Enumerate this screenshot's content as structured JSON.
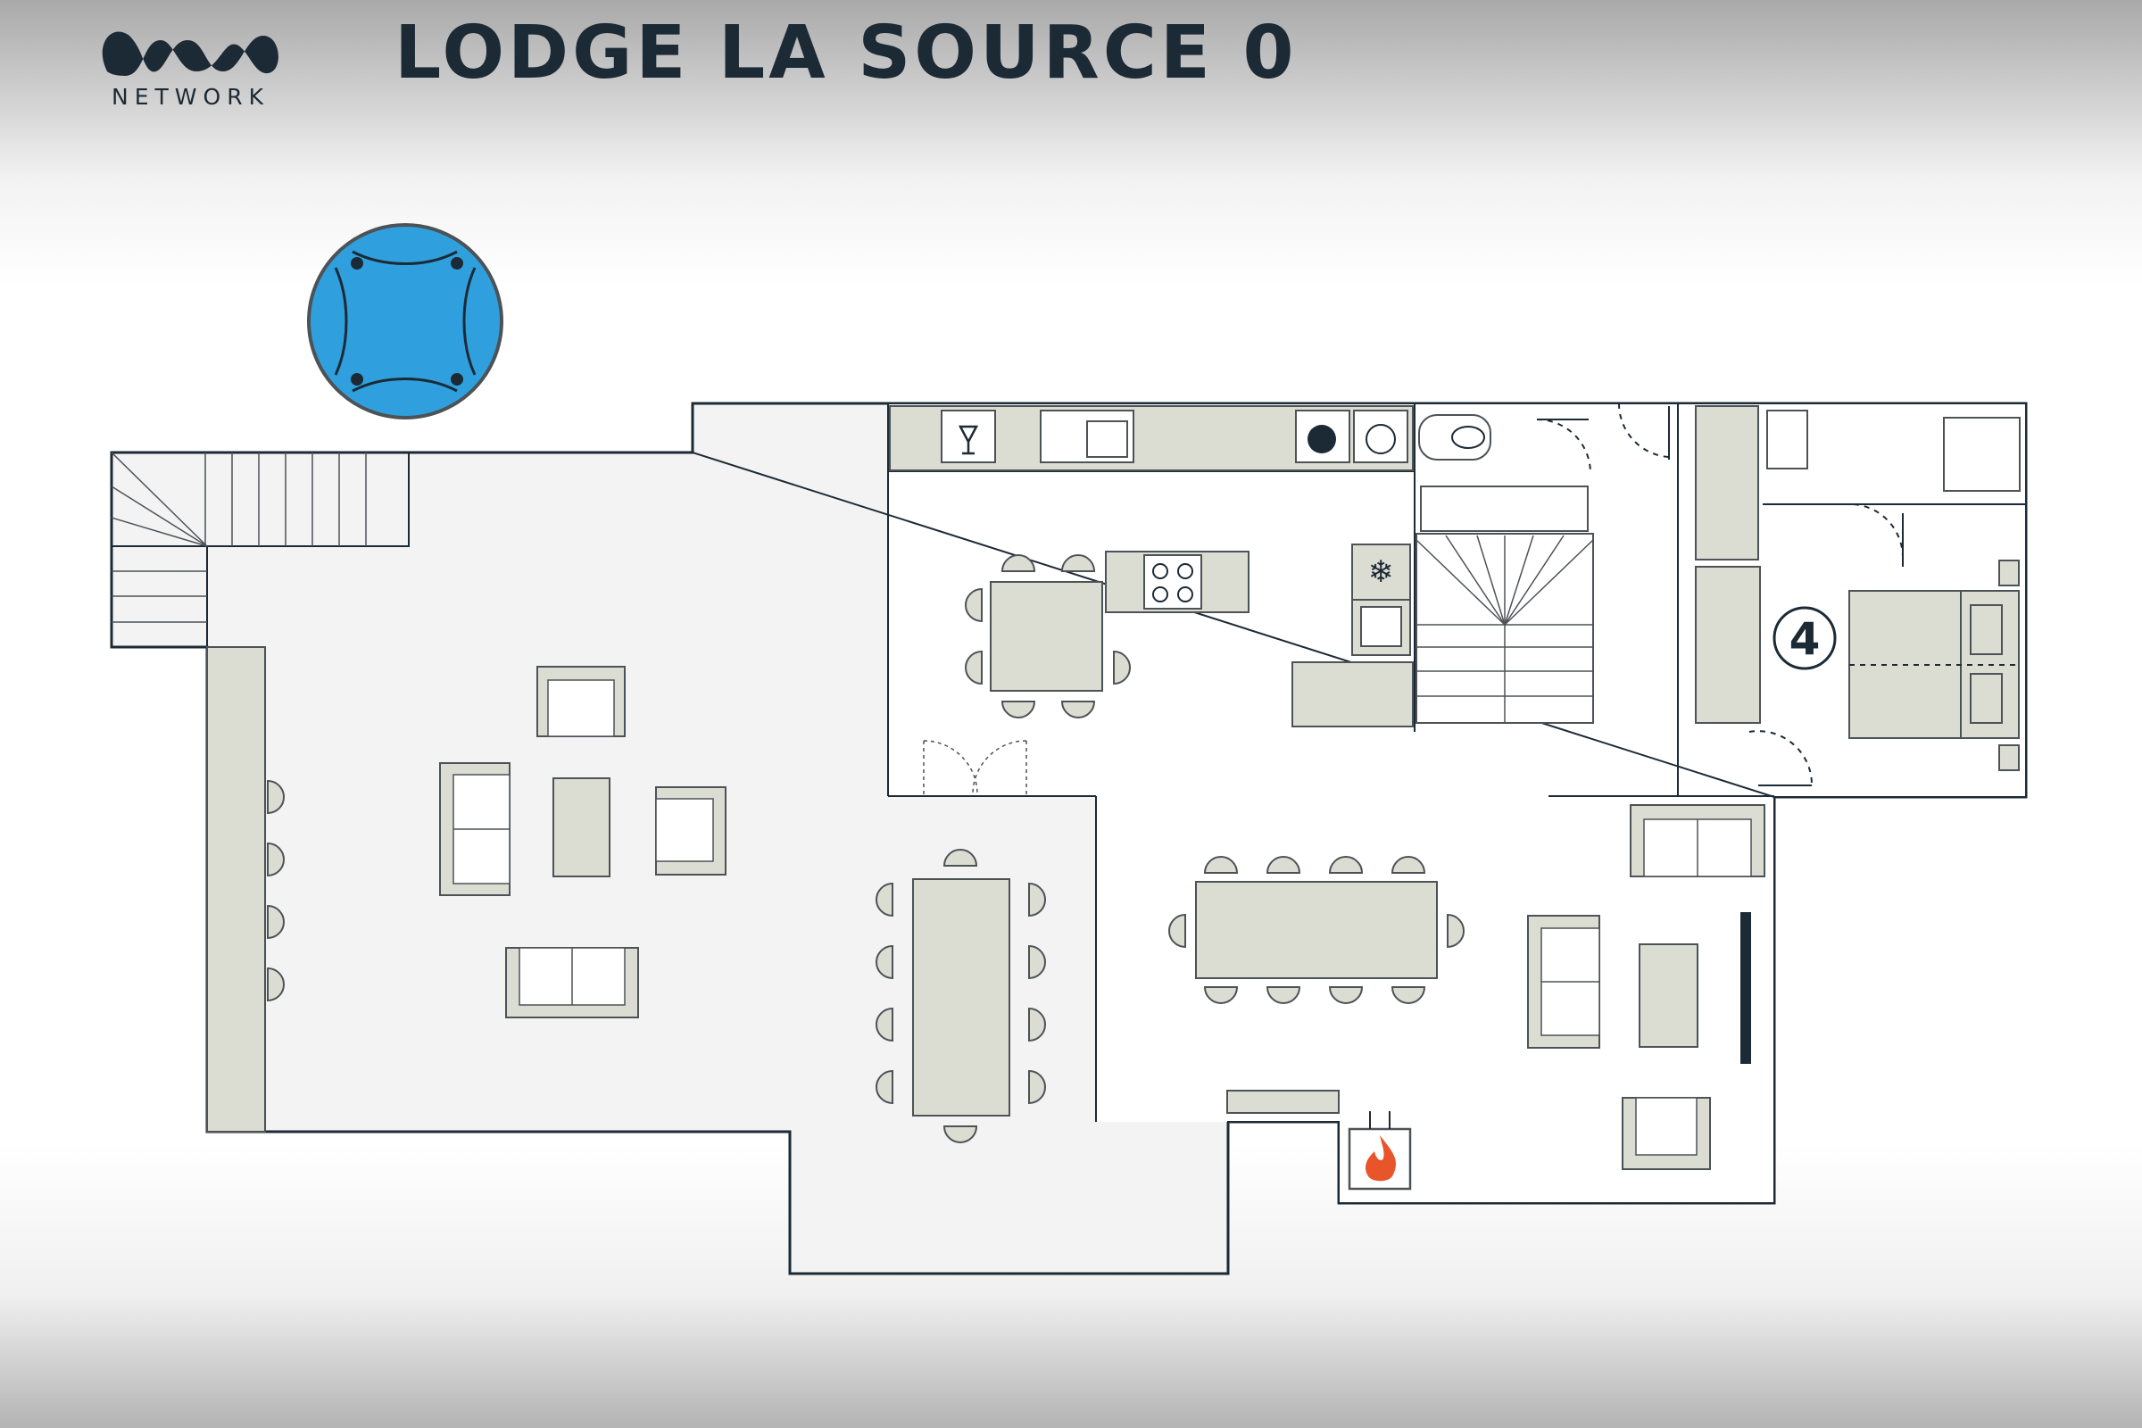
{
  "header": {
    "title": "LODGE LA SOURCE 0",
    "logo_text": "NETWORK"
  },
  "plan": {
    "room_label": "4",
    "colors": {
      "wall": "#1c2a35",
      "furniture": "#dcddd2",
      "floor": "#f3f3f3",
      "hot_tub_water": "#2fa0dd",
      "fire": "#e8552a"
    },
    "icons": [
      "hot-tub-icon",
      "wine-fridge-icon",
      "sink-icon",
      "washing-machine-icon",
      "dryer-icon",
      "toilet-icon",
      "freezer-icon",
      "oven-icon",
      "hob-icon",
      "fireplace-icon",
      "tv-icon"
    ]
  }
}
